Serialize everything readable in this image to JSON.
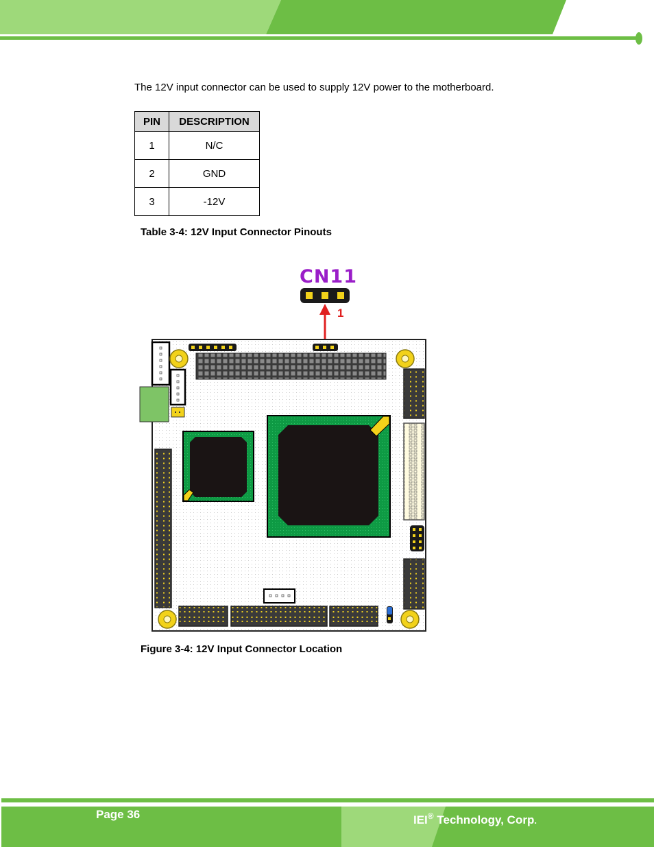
{
  "header": {
    "accent_color": "#6dbe45",
    "light_color": "#9ed97a"
  },
  "intro_text": "The 12V input connector can be used to supply 12V power to the motherboard.",
  "pin_table": {
    "headers": [
      "PIN",
      "DESCRIPTION"
    ],
    "rows": [
      [
        "1",
        "N/C"
      ],
      [
        "2",
        "GND"
      ],
      [
        "3",
        "-12V"
      ]
    ]
  },
  "table_caption": "Table 3-4: 12V Input Connector Pinouts",
  "figure": {
    "connector_label": "CN11",
    "pin1_marker": "1",
    "label_color": "#9a1ec8",
    "arrow_color": "#e02020"
  },
  "figure_caption": "Figure 3-4: 12V Input Connector Location",
  "footer": {
    "page_label": "Page 36",
    "company_prefix": "IEI",
    "registered_mark": "®",
    "company_suffix": " Technology, Corp",
    "company_period": "."
  }
}
